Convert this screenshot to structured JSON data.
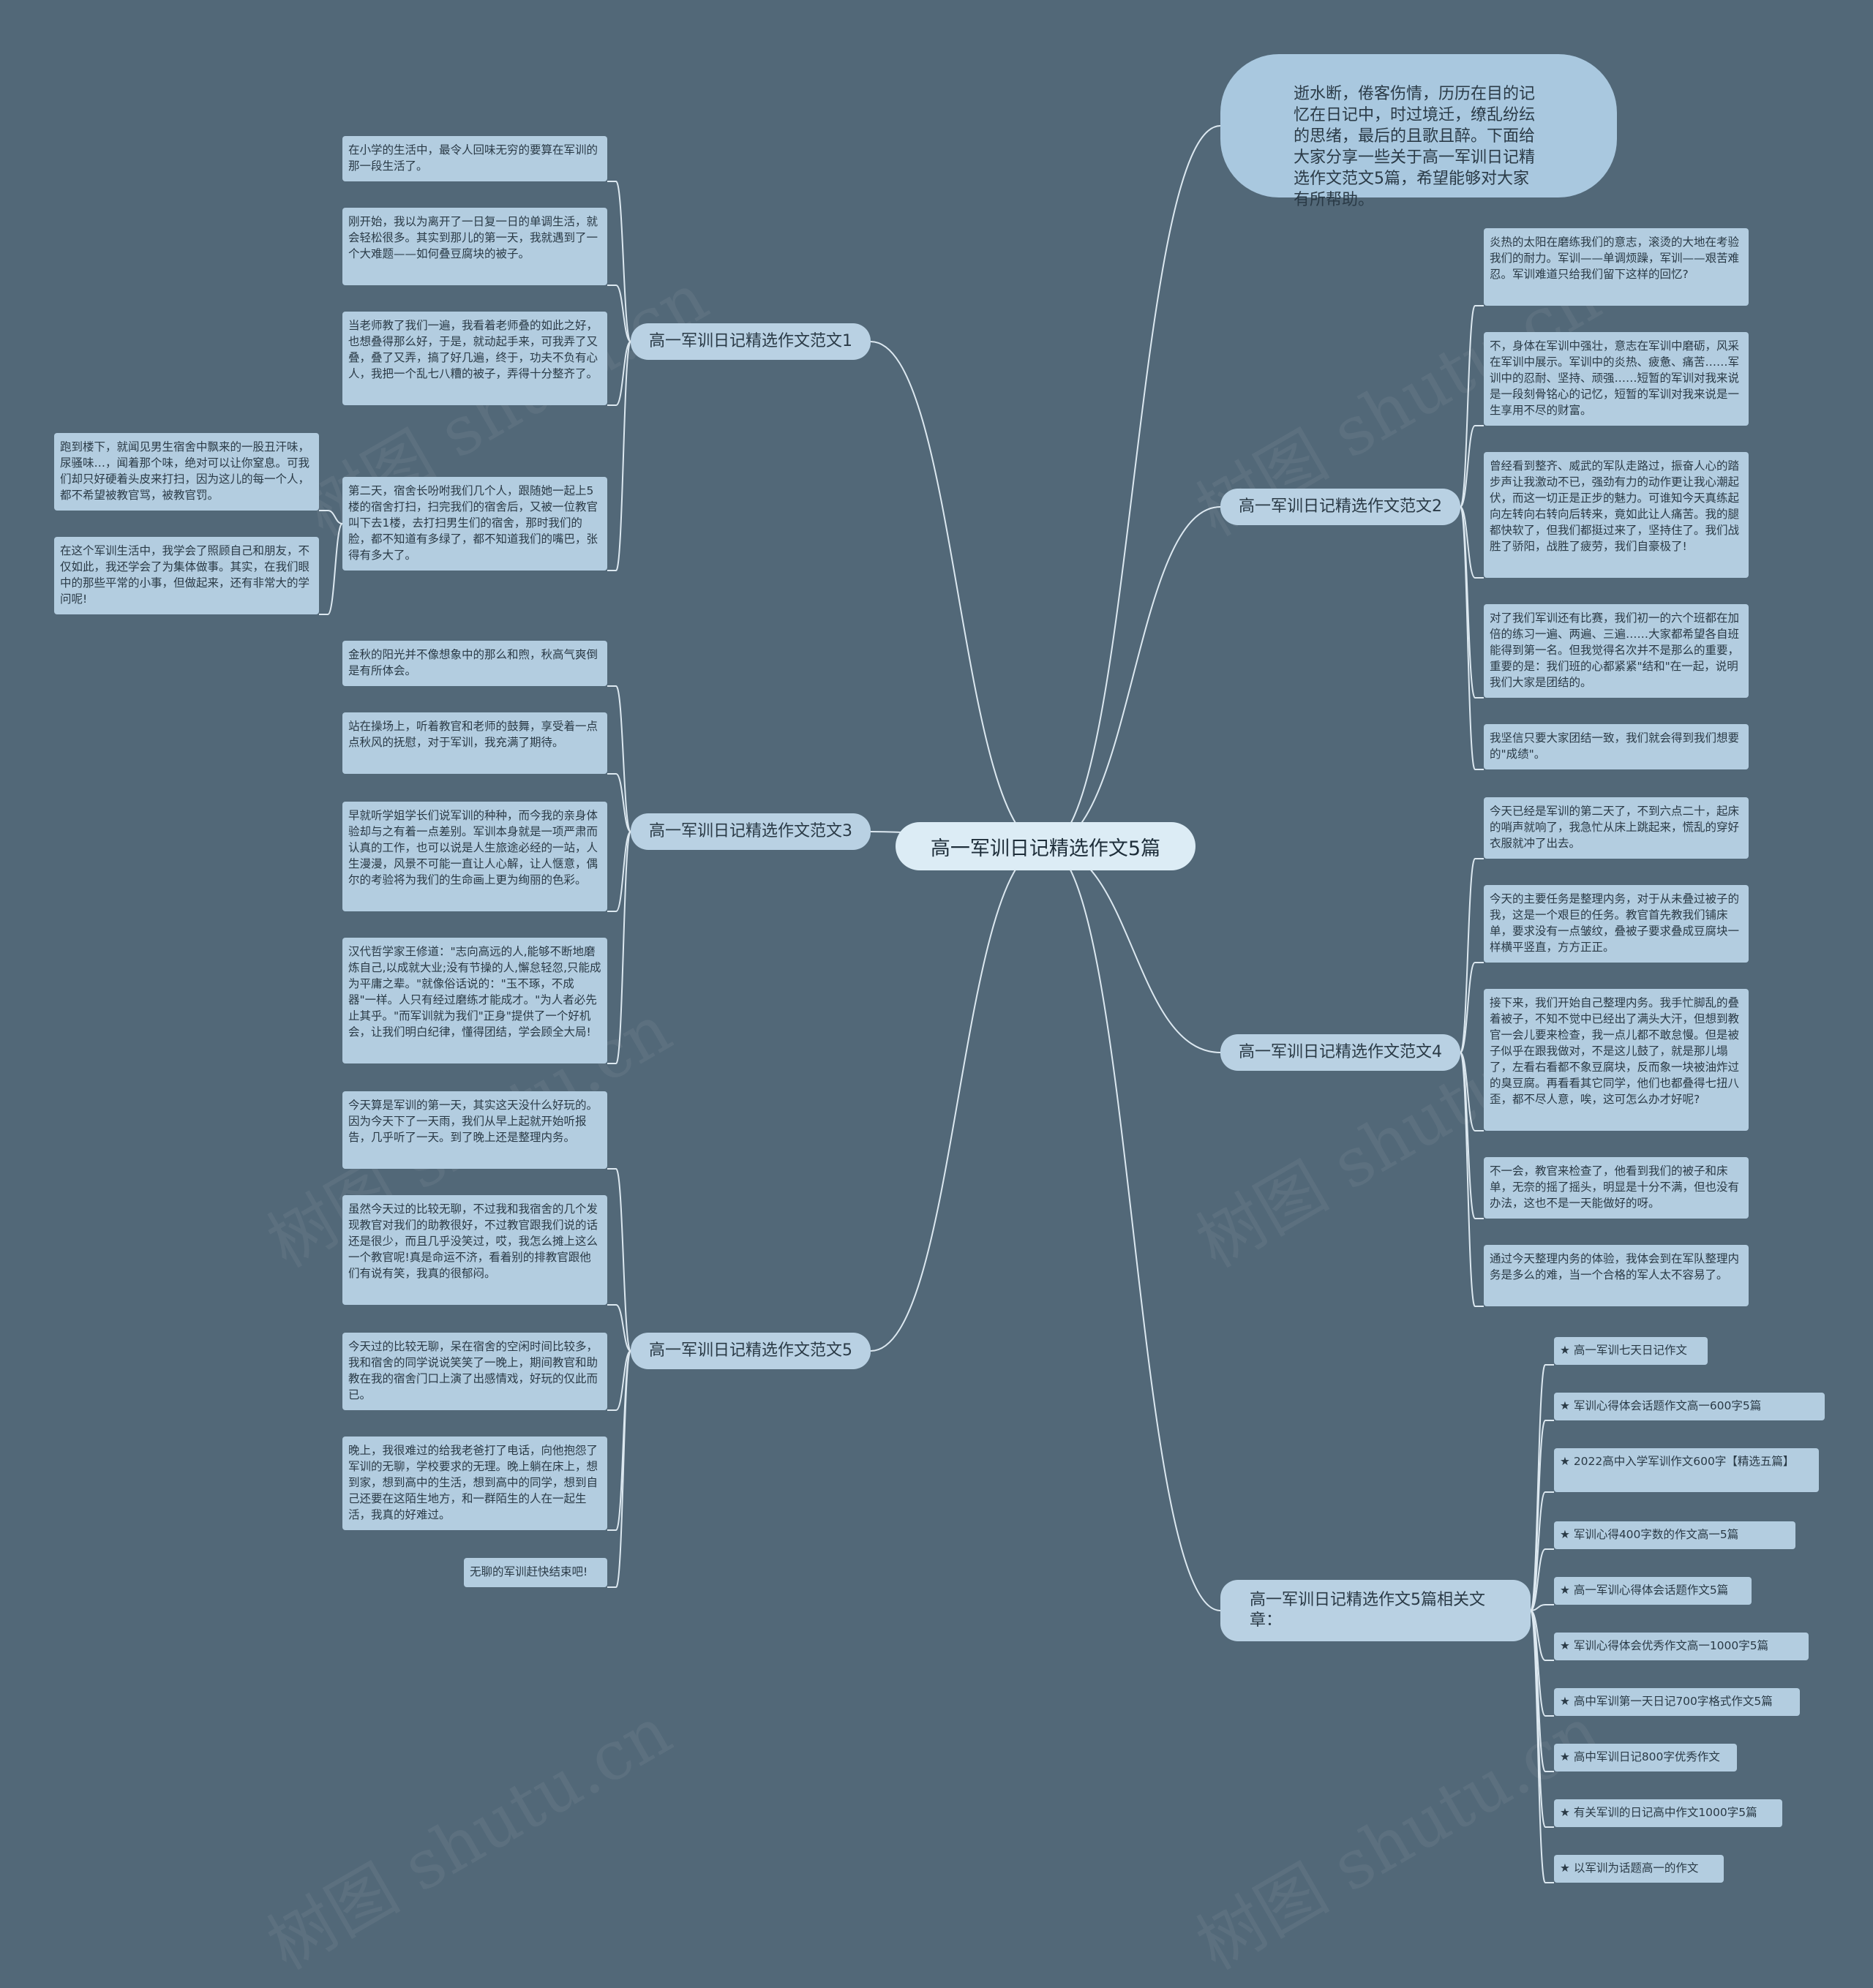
{
  "root": {
    "label": "高一军训日记精选作文5篇"
  },
  "intro": {
    "text": "逝水断，倦客伤情，历历在目的记忆在日记中，时过境迁，缭乱纷纭的思绪，最后的且歌且醉。下面给大家分享一些关于高一军训日记精选作文范文5篇，希望能够对大家有所帮助。"
  },
  "branches": {
    "b1": {
      "label": "高一军训日记精选作文范文1"
    },
    "b2": {
      "label": "高一军训日记精选作文范文2"
    },
    "b3": {
      "label": "高一军训日记精选作文范文3"
    },
    "b4": {
      "label": "高一军训日记精选作文范文4"
    },
    "b5": {
      "label": "高一军训日记精选作文范文5"
    },
    "b6": {
      "label": "高一军训日记精选作文5篇相关文章："
    }
  },
  "b1_leaves": [
    "在小学的生活中，最令人回味无穷的要算在军训的那一段生活了。",
    "刚开始，我以为离开了一日复一日的单调生活，就会轻松很多。其实到那儿的第一天，我就遇到了一个大难题——如何叠豆腐块的被子。",
    "当老师教了我们一遍，我看着老师叠的如此之好，也想叠得那么好，于是，就动起手来，可我弄了又叠，叠了又弄，搞了好几遍，终于，功夫不负有心人，我把一个乱七八糟的被子，弄得十分整齐了。",
    "第二天，宿舍长吩咐我们几个人，跟随她一起上5楼的宿舍打扫，扫完我们的宿舍后，又被一位教官叫下去1楼，去打扫男生们的宿舍，那时我们的脸，都不知道有多绿了，都不知道我们的嘴巴，张得有多大了。"
  ],
  "b1_sub": [
    "跑到楼下，就闻见男生宿舍中飘来的一股丑汗味，尿骚味…，闻着那个味，绝对可以让你窒息。可我们却只好硬着头皮来打扫，因为这儿的每一个人，都不希望被教官骂，被教官罚。",
    "在这个军训生活中，我学会了照顾自己和朋友，不仅如此，我还学会了为集体做事。其实，在我们眼中的那些平常的小事，但做起来，还有非常大的学问呢!"
  ],
  "b2_leaves": [
    "炎热的太阳在磨练我们的意志，滚烫的大地在考验我们的耐力。军训——单调烦躁，军训——艰苦难忍。军训难道只给我们留下这样的回忆?",
    "不，身体在军训中强壮，意志在军训中磨砺，风采在军训中展示。军训中的炎热、疲惫、痛苦……军训中的忍耐、坚持、顽强……短暂的军训对我来说是一段刻骨铭心的记忆，短暂的军训对我来说是一生享用不尽的财富。",
    "曾经看到整齐、威武的军队走路过，振奋人心的踏步声让我激动不已，强劲有力的动作更让我心潮起伏，而这一切正是正步的魅力。可谁知今天真练起向左转向右转向后转来，竟如此让人痛苦。我的腿都快软了，但我们都挺过来了，坚持住了。我们战胜了骄阳，战胜了疲劳，我们自豪极了!",
    "对了我们军训还有比赛，我们初一的六个班都在加倍的练习一遍、两遍、三遍……大家都希望各自班能得到第一名。但我觉得名次并不是那么的重要，重要的是：我们班的心都紧紧\"结和\"在一起，说明我们大家是团结的。",
    "我坚信只要大家团结一致，我们就会得到我们想要的\"成绩\"。"
  ],
  "b3_leaves": [
    "金秋的阳光并不像想象中的那么和煦，秋高气爽倒是有所体会。",
    "站在操场上，听着教官和老师的鼓舞，享受着一点点秋风的抚慰，对于军训，我充满了期待。",
    "早就听学姐学长们说军训的种种，而今我的亲身体验却与之有着一点差别。军训本身就是一项严肃而认真的工作，也可以说是人生旅途必经的一站，人生漫漫，风景不可能一直让人心解，让人惬意，偶尔的考验将为我们的生命画上更为绚丽的色彩。",
    "汉代哲学家王修道：\"志向高远的人,能够不断地磨炼自己,以成就大业;没有节操的人,懈怠轻忽,只能成为平庸之辈。\"就像俗话说的：\"玉不琢，不成器\"一样。人只有经过磨练才能成才。\"为人者必先止其乎。\"而军训就为我们\"正身\"提供了一个好机会，让我们明白纪律，懂得团结，学会顾全大局!"
  ],
  "b4_leaves": [
    "今天已经是军训的第二天了，不到六点二十，起床的哨声就响了，我急忙从床上跳起来，慌乱的穿好衣服就冲了出去。",
    "今天的主要任务是整理内务，对于从未叠过被子的我，这是一个艰巨的任务。教官首先教我们铺床单，要求没有一点皱纹，叠被子要求叠成豆腐块一样横平竖直，方方正正。",
    "接下来，我们开始自己整理内务。我手忙脚乱的叠着被子，不知不觉中已经出了满头大汗，但想到教官一会儿要来检查，我一点儿都不敢怠慢。但是被子似乎在跟我做对，不是这儿鼓了，就是那儿塌了，左看右看都不象豆腐块，反而象一块被油炸过的臭豆腐。再看看其它同学，他们也都叠得七扭八歪，都不尽人意，唉，这可怎么办才好呢?",
    "不一会，教官来检查了，他看到我们的被子和床单，无奈的摇了摇头，明显是十分不满，但也没有办法，这也不是一天能做好的呀。",
    "通过今天整理内务的体验，我体会到在军队整理内务是多么的难，当一个合格的军人太不容易了。"
  ],
  "b5_leaves": [
    "今天算是军训的第一天，其实这天没什么好玩的。因为今天下了一天雨，我们从早上起就开始听报告，几乎听了一天。到了晚上还是整理内务。",
    "虽然今天过的比较无聊，不过我和我宿舍的几个发现教官对我们的助教很好，不过教官跟我们说的话还是很少，而且几乎没笑过，哎，我怎么摊上这么一个教官呢!真是命运不济，看着别的排教官跟他们有说有笑，我真的很郁闷。",
    "今天过的比较无聊，呆在宿舍的空闲时间比较多，我和宿舍的同学说说笑笑了一晚上，期间教官和助教在我的宿舍门口上演了出感情戏，好玩的仅此而已。",
    "晚上，我很难过的给我老爸打了电话，向他抱怨了军训的无聊，学校要求的无理。晚上躺在床上，想到家，想到高中的生活，想到高中的同学，想到自己还要在这陌生地方，和一群陌生的人在一起生活，我真的好难过。",
    "无聊的军训赶快结束吧!"
  ],
  "related": [
    "★ 高一军训七天日记作文",
    "★ 军训心得体会话题作文高一600字5篇",
    "★ 2022高中入学军训作文600字【精选五篇】",
    "★ 军训心得400字数的作文高一5篇",
    "★ 高一军训心得体会话题作文5篇",
    "★ 军训心得体会优秀作文高一1000字5篇",
    "★ 高中军训第一天日记700字格式作文5篇",
    "★ 高中军训日记800字优秀作文",
    "★ 有关军训的日记高中作文1000字5篇",
    "★ 以军训为话题高一的作文"
  ],
  "watermark": "树图 shutu.cn",
  "colors": {
    "background": "#526878",
    "line": "#dce8f0",
    "root": "#dcecf5",
    "intro": "#a9c8df",
    "branch": "#b9d1e3",
    "leaf": "#b3cde0"
  }
}
